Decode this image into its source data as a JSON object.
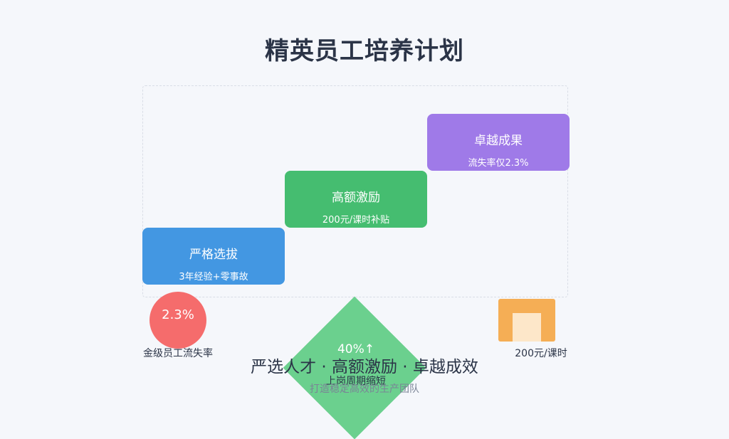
{
  "title": "精英员工培养计划",
  "steps": [
    {
      "label": "严格选拔",
      "detail": "3年经验+零事故",
      "color": "#4397e2"
    },
    {
      "label": "高额激励",
      "detail": "200元/课时补贴",
      "color": "#45bd70"
    },
    {
      "label": "卓越成果",
      "detail": "流失率仅2.3%",
      "color": "#9f7ae8"
    }
  ],
  "metrics": {
    "turnover": {
      "value": "2.3%",
      "label": "金级员工流失率",
      "color": "#f56c6c"
    },
    "onboarding": {
      "value": "40%↑",
      "label": "上岗周期缩短",
      "color": "#6bd08e"
    },
    "subsidy": {
      "label": "200元/课时",
      "color": "#f5ae55"
    }
  },
  "slogan": "严选人才 · 高额激励 · 卓越成效",
  "tagline": "打造稳定高效的生产团队"
}
